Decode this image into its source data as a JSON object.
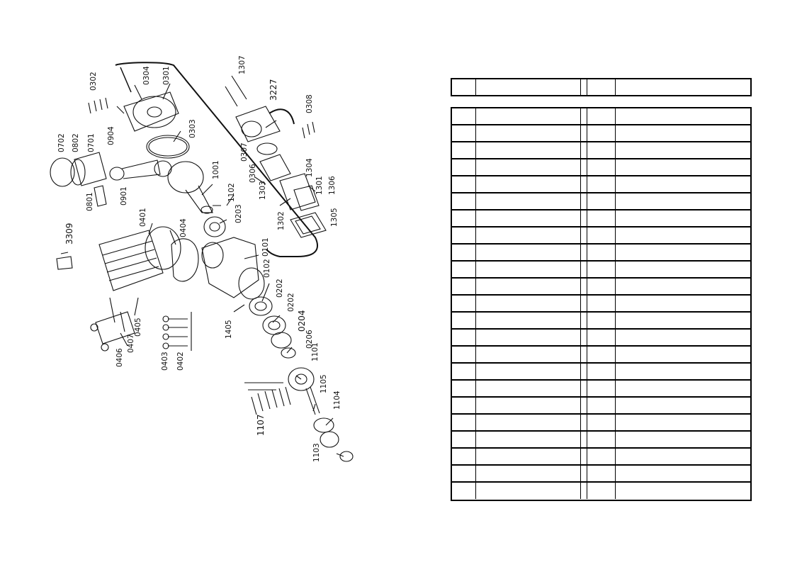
{
  "diagram": {
    "part_labels": {
      "p0302": "0302",
      "p0304": "0304",
      "p0301": "0301",
      "p1307": "1307",
      "p3227": "3227",
      "p0308": "0308",
      "p0702": "0702",
      "p0802": "0802",
      "p0701": "0701",
      "p0904": "0904",
      "p0303": "0303",
      "p0901": "0901",
      "p0801": "0801",
      "p1001": "1001",
      "p0307": "0307",
      "p0306": "0306",
      "p1304": "1304",
      "p1303": "1303",
      "p1301": "1301",
      "p1306": "1306",
      "p1102": "1102",
      "p1302": "1302",
      "p1305": "1305",
      "p3309": "3309",
      "p0401": "0401",
      "p0404": "0404",
      "p0203": "0203",
      "p0101": "0101",
      "p0102": "0102",
      "p0202a": "0202",
      "p0202b": "0202",
      "p0204": "0204",
      "p0206": "0206",
      "p1405": "1405",
      "p1101": "1101",
      "p0405": "0405",
      "p0407": "0407",
      "p0406": "0406",
      "p0403": "0403",
      "p0402": "0402",
      "p1105": "1105",
      "p1104": "1104",
      "p1107": "1107",
      "p1103": "1103"
    }
  },
  "table": {
    "header": [
      "",
      "",
      "",
      "",
      ""
    ],
    "rows": [
      [
        "",
        "",
        "",
        "",
        ""
      ],
      [
        "",
        "",
        "",
        "",
        ""
      ],
      [
        "",
        "",
        "",
        "",
        ""
      ],
      [
        "",
        "",
        "",
        "",
        ""
      ],
      [
        "",
        "",
        "",
        "",
        ""
      ],
      [
        "",
        "",
        "",
        "",
        ""
      ],
      [
        "",
        "",
        "",
        "",
        ""
      ],
      [
        "",
        "",
        "",
        "",
        ""
      ],
      [
        "",
        "",
        "",
        "",
        ""
      ],
      [
        "",
        "",
        "",
        "",
        ""
      ],
      [
        "",
        "",
        "",
        "",
        ""
      ],
      [
        "",
        "",
        "",
        "",
        ""
      ],
      [
        "",
        "",
        "",
        "",
        ""
      ],
      [
        "",
        "",
        "",
        "",
        ""
      ],
      [
        "",
        "",
        "",
        "",
        ""
      ],
      [
        "",
        "",
        "",
        "",
        ""
      ],
      [
        "",
        "",
        "",
        "",
        ""
      ],
      [
        "",
        "",
        "",
        "",
        ""
      ],
      [
        "",
        "",
        "",
        "",
        ""
      ],
      [
        "",
        "",
        "",
        "",
        ""
      ],
      [
        "",
        "",
        "",
        "",
        ""
      ],
      [
        "",
        "",
        "",
        "",
        ""
      ],
      [
        "",
        "",
        "",
        "",
        ""
      ]
    ]
  }
}
